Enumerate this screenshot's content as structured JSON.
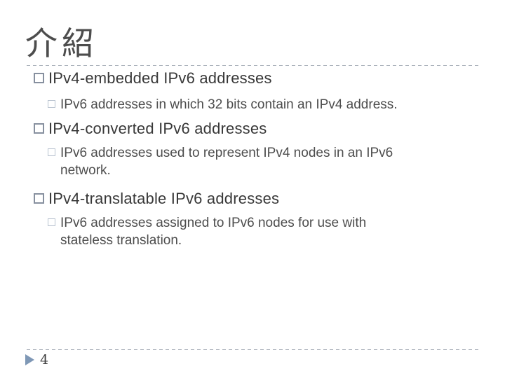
{
  "slide": {
    "title": "介紹",
    "bullets": [
      {
        "heading": "IPv4-embedded IPv6 addresses",
        "sub_lines": [
          "IPv6 addresses in which 32 bits contain an IPv4 address."
        ]
      },
      {
        "heading": "IPv4-converted IPv6 addresses",
        "sub_lines": [
          "IPv6 addresses used to represent IPv4 nodes in an IPv6",
          "network."
        ]
      },
      {
        "heading": "IPv4-translatable IPv6 addresses",
        "sub_lines": [
          "IPv6 addresses assigned to IPv6 nodes for use with",
          "stateless translation."
        ]
      }
    ],
    "footer": {
      "page_number": "4"
    },
    "icons": {
      "bullet_level1": "hollow-square",
      "bullet_level2": "hollow-square-light",
      "page_arrow": "triangle-right"
    },
    "colors": {
      "background": "#ffffff",
      "title_text": "#4d4d4d",
      "heading_text": "#383838",
      "sub_text": "#4d4d4d",
      "bullet_level1_border": "#87909f",
      "bullet_level2_border": "#b9c3d0",
      "divider": "#a7aeb8",
      "page_arrow": "#7f98b6",
      "page_number_text": "#404040"
    }
  }
}
